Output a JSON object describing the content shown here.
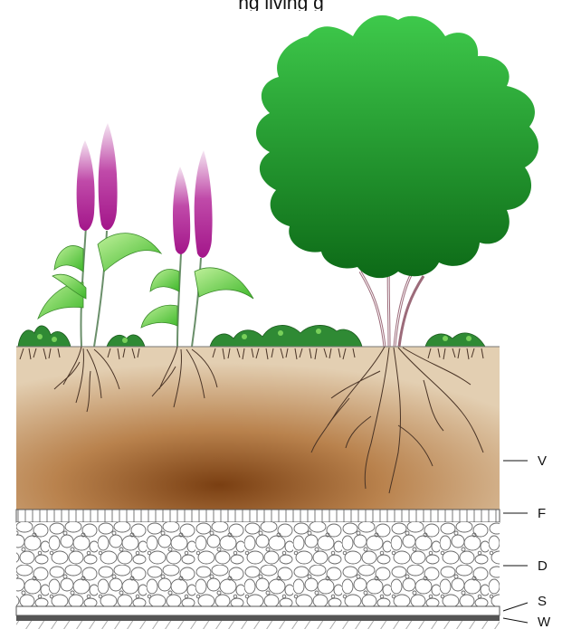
{
  "figure": {
    "cropped_title": "ng living g"
  },
  "layers": [
    {
      "key": "vegetation",
      "label": "V"
    },
    {
      "key": "filter",
      "label": "F"
    },
    {
      "key": "drainage",
      "label": "D"
    },
    {
      "key": "separation",
      "label": "S"
    },
    {
      "key": "waterproofing",
      "label": "W"
    }
  ],
  "colors": {
    "soil_light": "#e3cfb2",
    "soil_mid": "#b9824d",
    "soil_dark": "#7a3f12",
    "tree_light": "#3ec94b",
    "tree_dark": "#0d6a17",
    "flower_light": "#f5e6f2",
    "flower_dark": "#a3168a",
    "leaf": "#58c93b",
    "membrane": "#555555"
  }
}
